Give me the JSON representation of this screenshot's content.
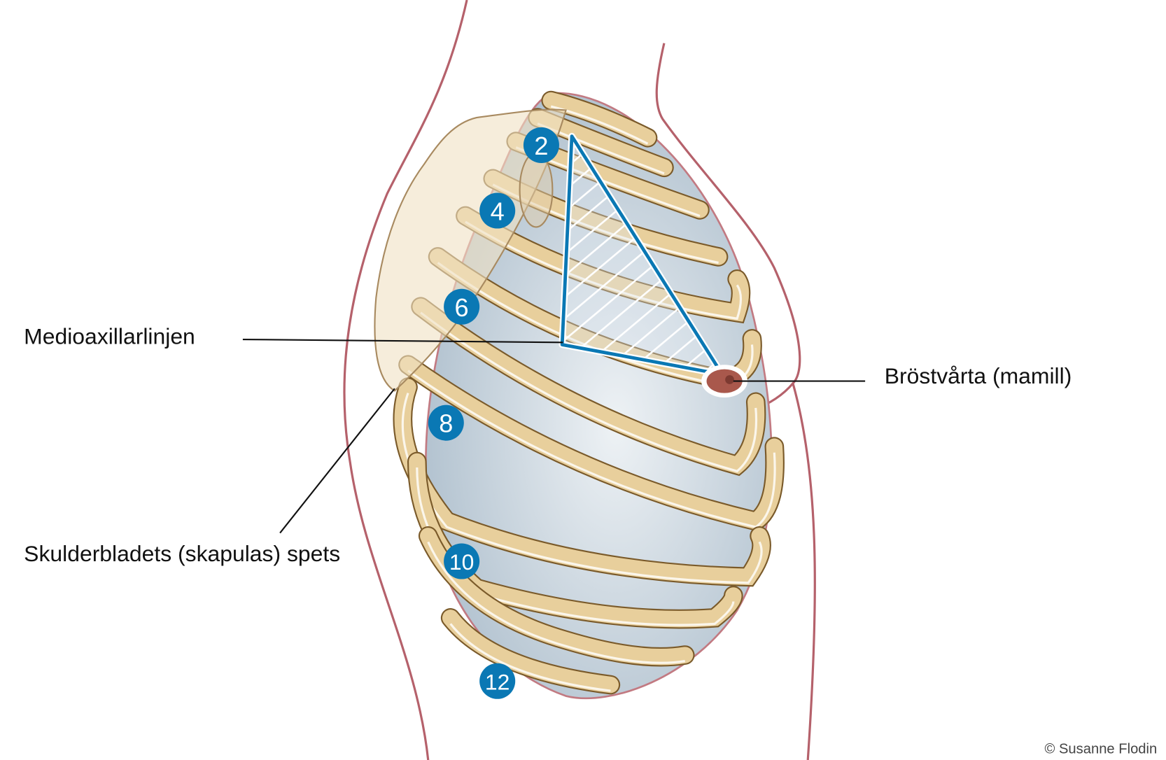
{
  "labels": {
    "midaxillary_line": "Medioaxillarlinjen",
    "nipple": "Bröstvårta (mamill)",
    "scapula_tip": "Skulderbladets (skapulas) spets"
  },
  "rib_numbers": [
    "2",
    "4",
    "6",
    "8",
    "10",
    "12"
  ],
  "copyright": "© Susanne Flodin",
  "colors": {
    "body_outline": "#b5616b",
    "rib_fill": "#e8cf9c",
    "rib_outline": "#7a5a2a",
    "lung": "#c9d6e0",
    "marker": "#0a78b4",
    "nipple": "#a9584c"
  }
}
